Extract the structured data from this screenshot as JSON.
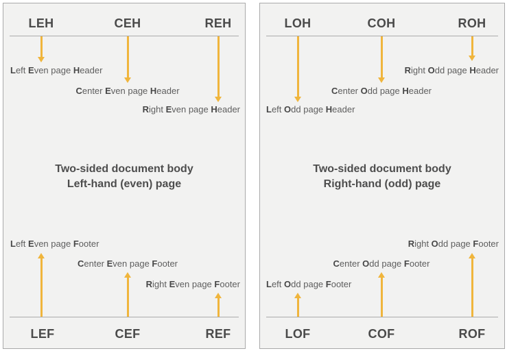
{
  "colors": {
    "arrow": "#F0B53C",
    "panel_background": "#F2F2F1",
    "panel_border": "#A9A9A9",
    "divider_line": "#ABABAB",
    "heading_text": "#4A4A4A",
    "label_text": "#5E5E5E"
  },
  "even_page": {
    "header_tags": [
      "LEH",
      "CEH",
      "REH"
    ],
    "header_labels": [
      [
        "L",
        "eft ",
        "E",
        "ven page ",
        "H",
        "eader"
      ],
      [
        "C",
        "enter ",
        "E",
        "ven page ",
        "H",
        "eader"
      ],
      [
        "R",
        "ight ",
        "E",
        "ven page ",
        "H",
        "eader"
      ]
    ],
    "body": [
      "Two-sided document body",
      "Left-hand (even) page"
    ],
    "footer_labels": [
      [
        "L",
        "eft ",
        "E",
        "ven page ",
        "F",
        "ooter"
      ],
      [
        "C",
        "enter ",
        "E",
        "ven page ",
        "F",
        "ooter"
      ],
      [
        "R",
        "ight ",
        "E",
        "ven page ",
        "F",
        "ooter"
      ]
    ],
    "footer_tags": [
      "LEF",
      "CEF",
      "REF"
    ]
  },
  "odd_page": {
    "header_tags": [
      "LOH",
      "COH",
      "ROH"
    ],
    "header_labels": [
      [
        "L",
        "eft ",
        "O",
        "dd page ",
        "H",
        "eader"
      ],
      [
        "C",
        "enter ",
        "O",
        "dd page ",
        "H",
        "eader"
      ],
      [
        "R",
        "ight ",
        "O",
        "dd page ",
        "H",
        "eader"
      ]
    ],
    "body": [
      "Two-sided document body",
      "Right-hand (odd) page"
    ],
    "footer_labels": [
      [
        "L",
        "eft ",
        "O",
        "dd page ",
        "F",
        "ooter"
      ],
      [
        "C",
        "enter ",
        "O",
        "dd page ",
        "F",
        "ooter"
      ],
      [
        "R",
        "ight ",
        "O",
        "dd page ",
        "F",
        "ooter"
      ]
    ],
    "footer_tags": [
      "LOF",
      "COF",
      "ROF"
    ]
  }
}
